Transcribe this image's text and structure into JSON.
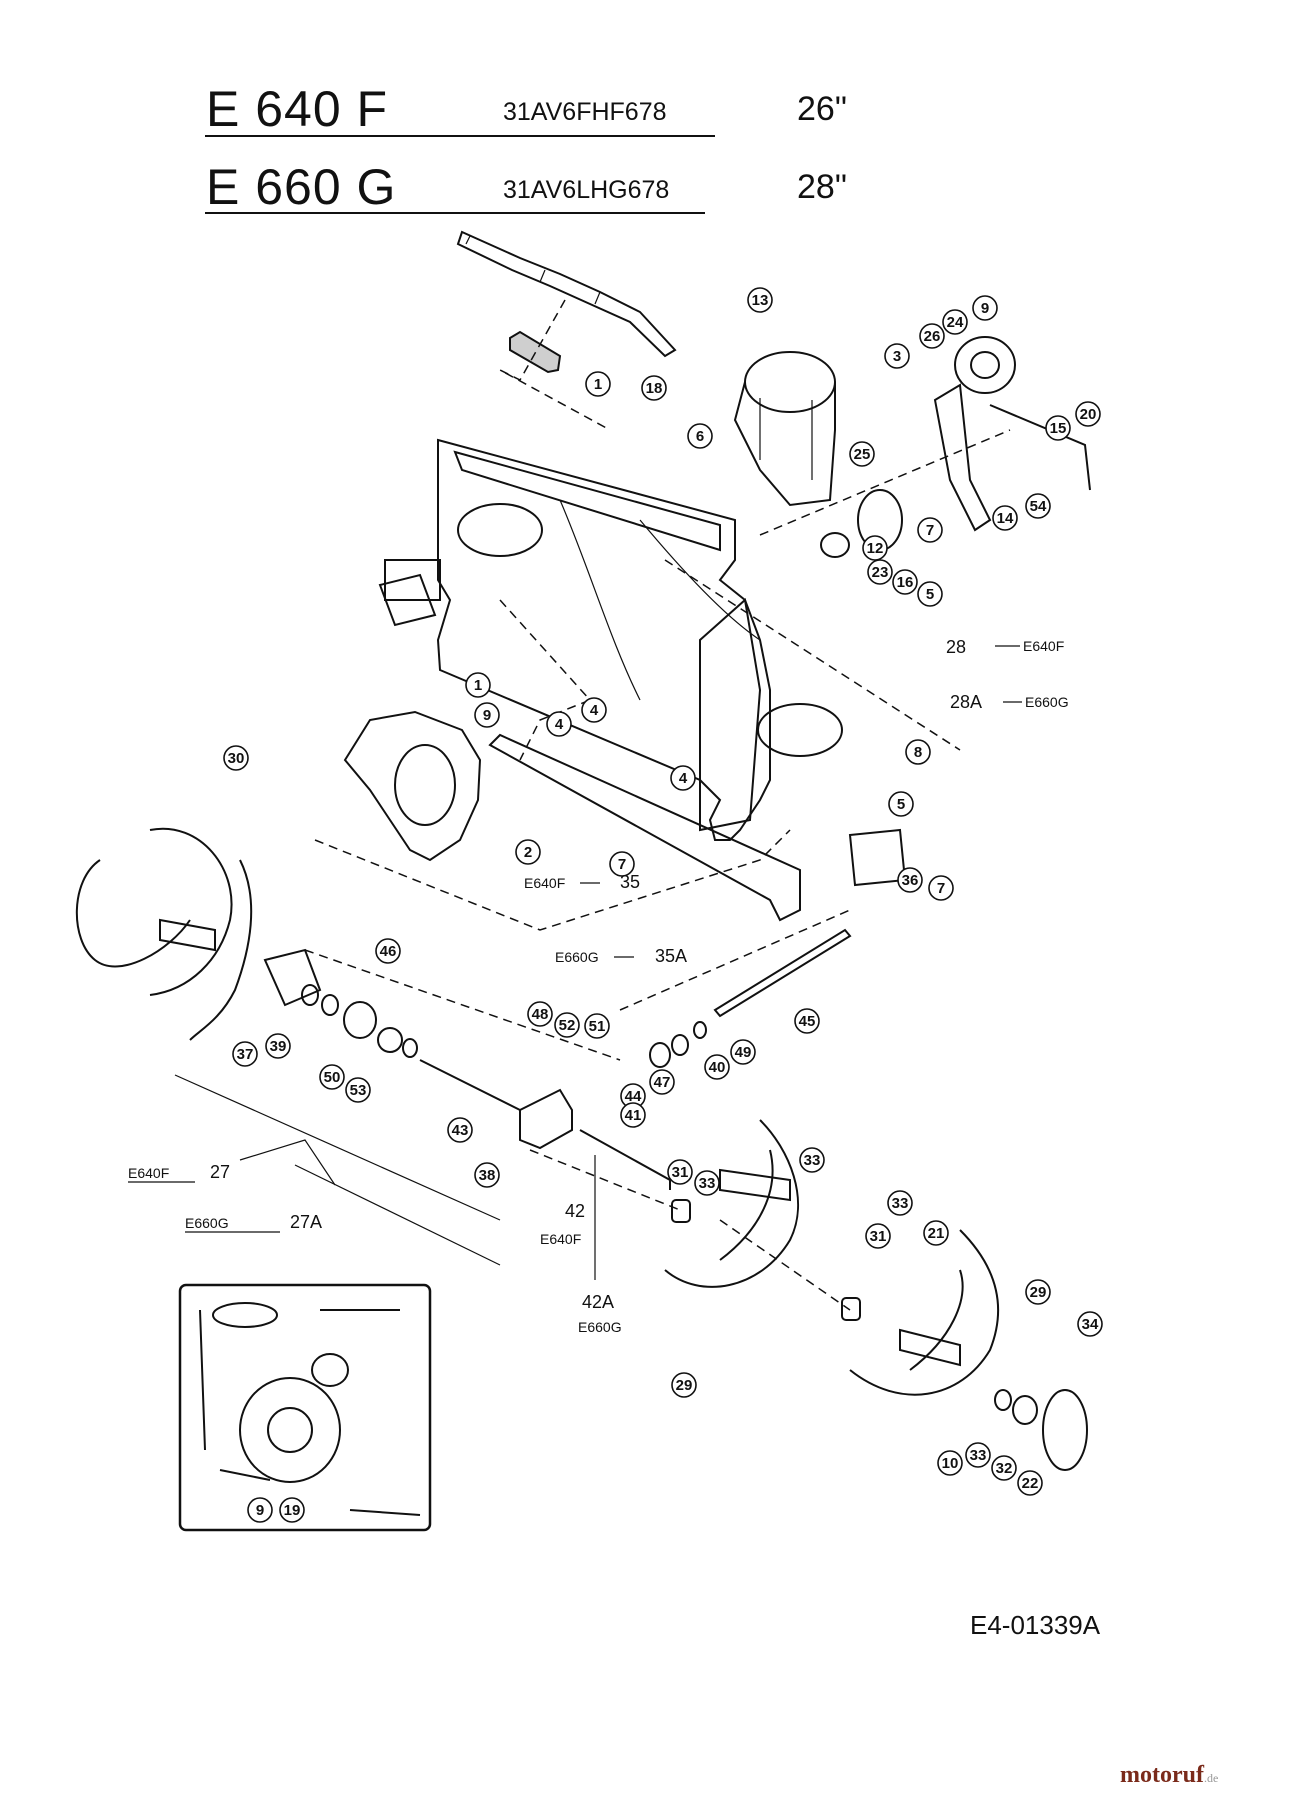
{
  "header": {
    "rows": [
      {
        "model": "E 640 F",
        "code": "31AV6FHF678",
        "size": "26\""
      },
      {
        "model": "E 660 G",
        "code": "31AV6LHG678",
        "size": "28\""
      }
    ]
  },
  "callouts": [
    "1",
    "18",
    "13",
    "3",
    "26",
    "24",
    "9",
    "20",
    "15",
    "6",
    "25",
    "7",
    "12",
    "14",
    "54",
    "23",
    "16",
    "5",
    "1",
    "9",
    "4",
    "4",
    "8",
    "4",
    "5",
    "2",
    "7",
    "36",
    "7",
    "30",
    "46",
    "37",
    "39",
    "50",
    "53",
    "48",
    "52",
    "51",
    "44",
    "47",
    "40",
    "49",
    "45",
    "41",
    "43",
    "38",
    "31",
    "33",
    "33",
    "33",
    "21",
    "31",
    "29",
    "34",
    "29",
    "10",
    "33",
    "32",
    "22",
    "9",
    "19"
  ],
  "labels": {
    "l28": "28",
    "l28_model": "E640F",
    "l28A": "28A",
    "l28A_model": "E660G",
    "l35_model": "E640F",
    "l35": "35",
    "l35A_model": "E660G",
    "l35A": "35A",
    "l27_model": "E640F",
    "l27": "27",
    "l27A_model": "E660G",
    "l27A": "27A",
    "l42": "42",
    "l42_model": "E640F",
    "l42A": "42A",
    "l42A_model": "E660G"
  },
  "drawing_number": "E4-01339A",
  "watermark": {
    "brand": "motoruf",
    "suffix": ".de"
  }
}
